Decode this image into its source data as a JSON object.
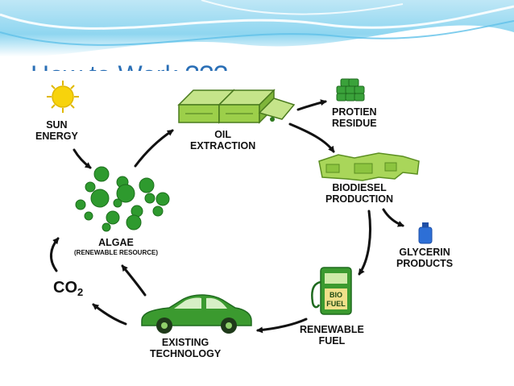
{
  "slide": {
    "title": "How to Work ???",
    "colors": {
      "header_light": "#cfeef8",
      "header_mid": "#7fd1ee",
      "header_dark": "#3aa9d8",
      "title": "#2a6fb6",
      "algae_green": "#2e9a2e",
      "equipment_green": "#9ccf4a",
      "car_green": "#3b9a2f",
      "arrow": "#111111",
      "sun": "#f7d30c"
    }
  },
  "diagram": {
    "nodes": {
      "sun": {
        "line1": "SUN",
        "line2": "ENERGY",
        "icon": "sun-icon"
      },
      "oil": {
        "line1": "OIL",
        "line2": "EXTRACTION",
        "icon": "extraction-machine-icon"
      },
      "protein": {
        "line1": "PROTIEN",
        "line2": "RESIDUE",
        "icon": "cube-stack-icon"
      },
      "biodiesel": {
        "line1": "BIODIESEL",
        "line2": "PRODUCTION",
        "icon": "biodiesel-plant-icon"
      },
      "glycerin": {
        "line1": "GLYCERIN",
        "line2": "PRODUCTS",
        "icon": "bottle-icon"
      },
      "fuel": {
        "line1": "RENEWABLE",
        "line2": "FUEL",
        "pump_line1": "BIO",
        "pump_line2": "FUEL",
        "icon": "fuel-pump-icon"
      },
      "car": {
        "line1": "EXISTING",
        "line2": "TECHNOLOGY",
        "icon": "car-icon"
      },
      "co2": {
        "base": "CO",
        "subscript": "2"
      },
      "algae": {
        "line1": "ALGAE",
        "line2": "(RENEWABLE RESOURCE)",
        "icon": "algae-cluster-icon"
      }
    }
  }
}
